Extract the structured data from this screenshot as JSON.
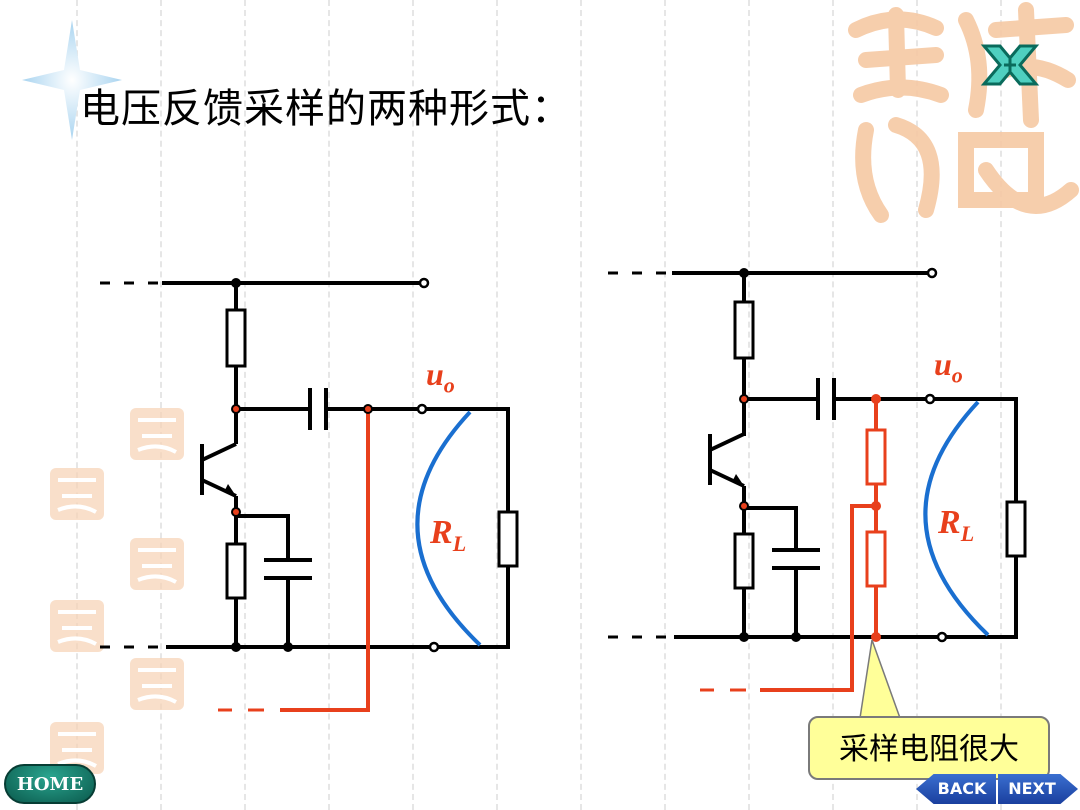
{
  "slide": {
    "title": "电压反馈采样的两种形式：",
    "callout": "采样电阻很大"
  },
  "circuit_left": {
    "output_label": "u",
    "output_sub": "o",
    "load_label": "R",
    "load_sub": "L"
  },
  "circuit_right": {
    "output_label": "u",
    "output_sub": "o",
    "load_label": "R",
    "load_sub": "L"
  },
  "nav": {
    "home": "HOME",
    "back": "BACK",
    "next": "NEXT"
  },
  "colors": {
    "wire": "#000000",
    "feedback": "#e8401c",
    "load_arc": "#1a6fd0",
    "callout_fill": "#ffff99",
    "stamp": "#f6c9a4",
    "grid": "#e6e6e6"
  },
  "icons": [
    "star-sparkle-icon",
    "close-x-icon",
    "decorative-seal-icon"
  ]
}
